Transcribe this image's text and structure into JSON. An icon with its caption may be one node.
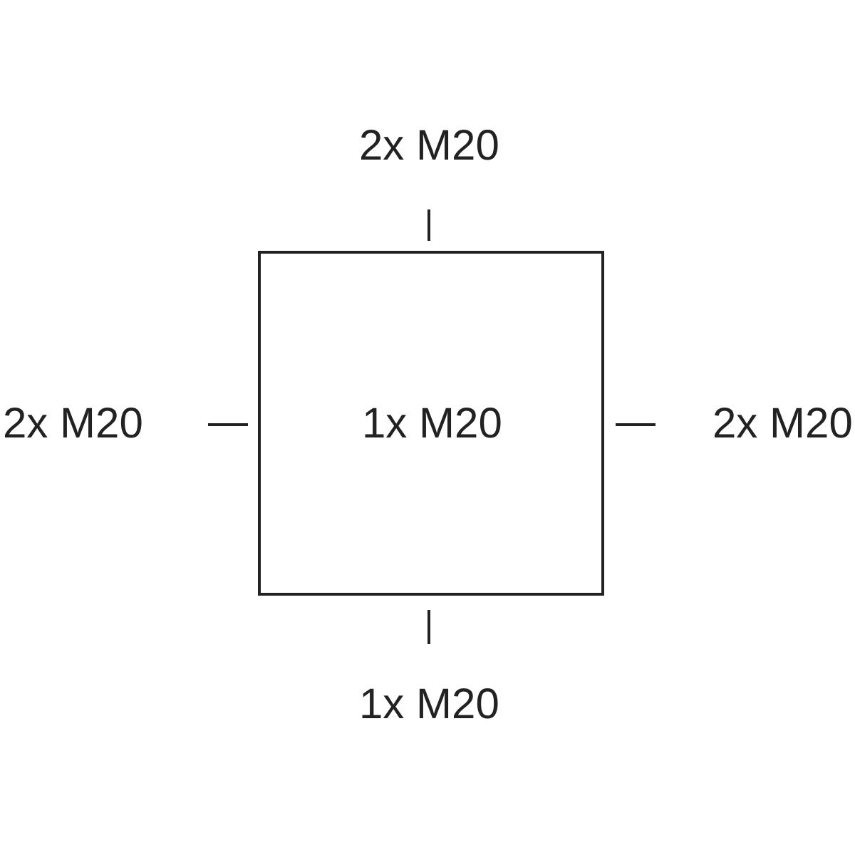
{
  "diagram": {
    "nodes": [
      {
        "text": [
          "1x M20"
        ]
      }
    ],
    "labels": [
      "2x M20",
      "2x M20",
      "2x M20",
      "1x M20"
    ]
  }
}
